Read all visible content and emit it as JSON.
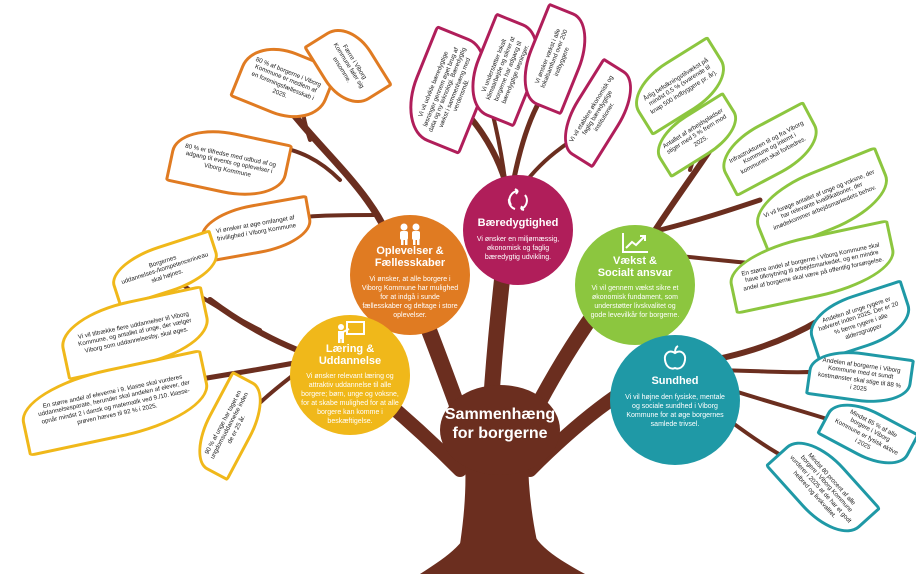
{
  "trunk": {
    "line1": "Sammenhæng",
    "line2": "for borgerne"
  },
  "colors": {
    "trunk": "#6b2e1f",
    "orange": "#e07b22",
    "yellow": "#f0b81a",
    "magenta": "#b01e5a",
    "green": "#8cc63f",
    "teal": "#1f99a6"
  },
  "themes": {
    "oplevelser": {
      "title1": "Oplevelser &",
      "title2": "Fællesskaber",
      "icon": "people-icon",
      "text": "Vi ønsker, at alle borgere i Viborg Kommune har mulighed for at indgå i sunde fællesskaber og deltage i store oplevelser."
    },
    "laering": {
      "title1": "Læring &",
      "title2": "Uddannelse",
      "icon": "teacher-board-icon",
      "text": "Vi ønsker relevant læring og attraktiv uddannelse til alle borgere; børn, unge og voksne, for at skabe mulighed for at alle borgere kan komme i beskæftigelse."
    },
    "baeredygtighed": {
      "title1": "Bæredygtighed",
      "title2": "",
      "icon": "recycle-arrows-icon",
      "text": "Vi ønsker en miljømæssig, økonomisk og faglig bæredygtig udvikling."
    },
    "vaekst": {
      "title1": "Vækst &",
      "title2": "Socialt ansvar",
      "icon": "growth-chart-icon",
      "text": "Vi vil gennem vækst sikre et økonomisk fundament, som understøtter livskvalitet og gode levevilkår for borgerne."
    },
    "sundhed": {
      "title1": "Sundhed",
      "title2": "",
      "icon": "apple-icon",
      "text": "Vi vil højne den fysiske, mentale og sociale sundhed i Viborg Kommune for at øge borgernes samlede trivsel."
    }
  },
  "leaves": {
    "orange": [
      "80 % af borgerne i Viborg Kommune er medlem af en foreningsfællesskab i 2025.",
      "Færre i Viborg Kommune føler sig ensomme.",
      "80 % er tilfredse med udbud af og adgang til events og oplevelser i Viborg Kommune",
      "Vi ønsker at øge omfanget af frivillighed i Viborg Kommune"
    ],
    "yellow": [
      "Borgernes uddannelses-/kompetenceniveau skal højnes.",
      "Vi vil tiltrække flere uddannelser til Viborg Kommune, og antallet af unge, der vælger Viborg som uddannelsesby, skal øges.",
      "En større andel af eleverne i 9. klasse skal vurderes uddannelsesparate, herunder skal andelen af elever, der opnår mindst 2 i dansk og matematik ved 9./10. klasse-prøven hæves til 92 % i 2025.",
      "90 % af unge har taget en ungdomsuddannelse inden de er 25 år."
    ],
    "magenta": [
      "Vi vil udvikle bæredygtige løsninger gennem øget brug af data og ny teknologi. Bæredygtig vækst i sammenhæng med verdensmål.",
      "Vi understøtter lokalt klimaarbejde og sikrer at borgerne har adgang til bæredygtige løsninger.",
      "Vi ønsker vækst i alle lokalsamfund over 200 indbyggere",
      "Vi vil etablere økonomisk og faglig bæredygtige institutioner."
    ],
    "green": [
      "Årlig befolkningstilvækst på mindst 0,5 % (svarende til knap 500 indbyggere pr. år).",
      "Antallet af arbejdspladser stiger med 5 % frem mod 2025.",
      "Infrastrukturen til og fra Viborg Kommune og internt i kommunen skal forbedres.",
      "Vi vil forøge antallet af unge og voksne, der har relevante kvalifikationer, der imødekommer arbejdsmarkedets behov.",
      "En større andel af borgerne i Viborg Kommune skal have tilknytning til arbejdsmarkedet, og en mindre andel af borgerne skal være på offentlig forsørgelse."
    ],
    "teal": [
      "Andelen af unge rygere er halveret inden 2025. Der er 20 % færre rygere i alle aldersgrupper",
      "Andelen af borgerne i Viborg Kommune med et sundt kostmønster skal stige til 88 % i 2025",
      "Mindst 85 % af alle borgere i Viborg Kommune er fysisk aktive i 2025",
      "Mindst 80 procent af alle borgere i Viborg Kommune vurderer i 2025 at de har et godt helbred og livskvalitet."
    ]
  }
}
